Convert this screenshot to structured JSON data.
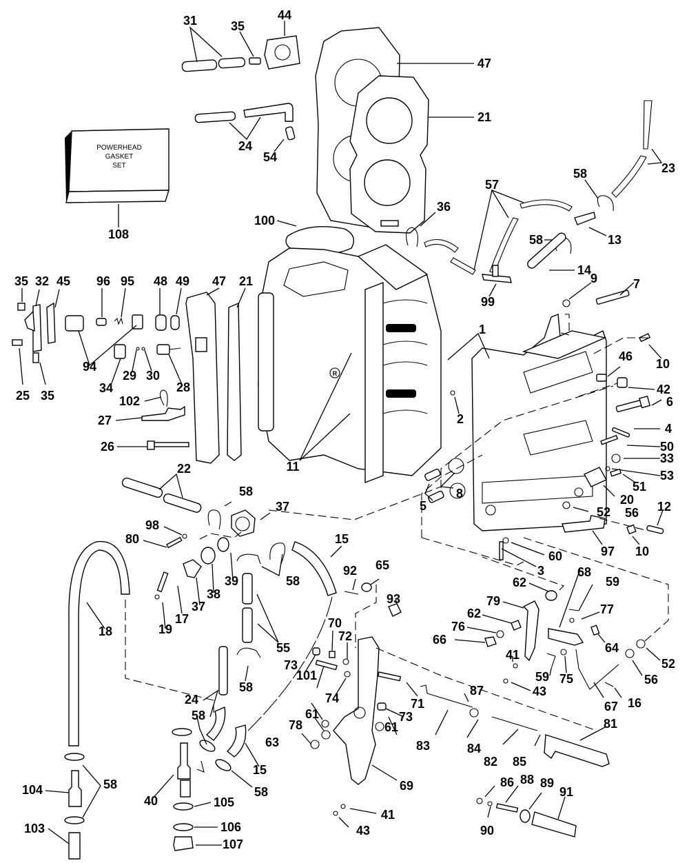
{
  "diagram": {
    "type": "exploded-parts-diagram",
    "subject": "Outboard powerhead (cylinder & crankcase) assembly",
    "gasket_set_box": {
      "text_lines": [
        "POWERHEAD",
        "GASKET",
        "SET"
      ],
      "ref": "108"
    },
    "cylinder_marking": "R",
    "callouts": [
      {
        "id": "c44",
        "ref": "44"
      },
      {
        "id": "c31",
        "ref": "31"
      },
      {
        "id": "c35a",
        "ref": "35"
      },
      {
        "id": "c47a",
        "ref": "47"
      },
      {
        "id": "c21a",
        "ref": "21"
      },
      {
        "id": "c24a",
        "ref": "24"
      },
      {
        "id": "c54",
        "ref": "54"
      },
      {
        "id": "c108",
        "ref": "108"
      },
      {
        "id": "c23",
        "ref": "23"
      },
      {
        "id": "c58a",
        "ref": "58"
      },
      {
        "id": "c57",
        "ref": "57"
      },
      {
        "id": "c36",
        "ref": "36"
      },
      {
        "id": "c100",
        "ref": "100"
      },
      {
        "id": "c13",
        "ref": "13"
      },
      {
        "id": "c58b",
        "ref": "58"
      },
      {
        "id": "c14",
        "ref": "14"
      },
      {
        "id": "c99",
        "ref": "99"
      },
      {
        "id": "c9",
        "ref": "9"
      },
      {
        "id": "c7",
        "ref": "7"
      },
      {
        "id": "c35b",
        "ref": "35"
      },
      {
        "id": "c32",
        "ref": "32"
      },
      {
        "id": "c45",
        "ref": "45"
      },
      {
        "id": "c96",
        "ref": "96"
      },
      {
        "id": "c95",
        "ref": "95"
      },
      {
        "id": "c48",
        "ref": "48"
      },
      {
        "id": "c49",
        "ref": "49"
      },
      {
        "id": "c47b",
        "ref": "47"
      },
      {
        "id": "c21b",
        "ref": "21"
      },
      {
        "id": "c94",
        "ref": "94"
      },
      {
        "id": "c25",
        "ref": "25"
      },
      {
        "id": "c35c",
        "ref": "35"
      },
      {
        "id": "c34",
        "ref": "34"
      },
      {
        "id": "c29",
        "ref": "29"
      },
      {
        "id": "c30",
        "ref": "30"
      },
      {
        "id": "c28",
        "ref": "28"
      },
      {
        "id": "c102",
        "ref": "102"
      },
      {
        "id": "c27",
        "ref": "27"
      },
      {
        "id": "c26",
        "ref": "26"
      },
      {
        "id": "c1",
        "ref": "1"
      },
      {
        "id": "c10a",
        "ref": "10"
      },
      {
        "id": "c46",
        "ref": "46"
      },
      {
        "id": "c42",
        "ref": "42"
      },
      {
        "id": "c6",
        "ref": "6"
      },
      {
        "id": "c4",
        "ref": "4"
      },
      {
        "id": "c2",
        "ref": "2"
      },
      {
        "id": "c11",
        "ref": "11"
      },
      {
        "id": "c50",
        "ref": "50"
      },
      {
        "id": "c33",
        "ref": "33"
      },
      {
        "id": "c53",
        "ref": "53"
      },
      {
        "id": "c51",
        "ref": "51"
      },
      {
        "id": "c20",
        "ref": "20"
      },
      {
        "id": "c12",
        "ref": "12"
      },
      {
        "id": "c52a",
        "ref": "52"
      },
      {
        "id": "c56a",
        "ref": "56"
      },
      {
        "id": "c97",
        "ref": "97"
      },
      {
        "id": "c10b",
        "ref": "10"
      },
      {
        "id": "c60",
        "ref": "60"
      },
      {
        "id": "c3",
        "ref": "3"
      },
      {
        "id": "c22",
        "ref": "22"
      },
      {
        "id": "c58c",
        "ref": "58"
      },
      {
        "id": "c37a",
        "ref": "37"
      },
      {
        "id": "c98",
        "ref": "98"
      },
      {
        "id": "c80",
        "ref": "80"
      },
      {
        "id": "c8",
        "ref": "8"
      },
      {
        "id": "c5",
        "ref": "5"
      },
      {
        "id": "c15a",
        "ref": "15"
      },
      {
        "id": "c58d",
        "ref": "58"
      },
      {
        "id": "c39",
        "ref": "39"
      },
      {
        "id": "c38",
        "ref": "38"
      },
      {
        "id": "c37b",
        "ref": "37"
      },
      {
        "id": "c17",
        "ref": "17"
      },
      {
        "id": "c19",
        "ref": "19"
      },
      {
        "id": "c18",
        "ref": "18"
      },
      {
        "id": "c92",
        "ref": "92"
      },
      {
        "id": "c65",
        "ref": "65"
      },
      {
        "id": "c93",
        "ref": "93"
      },
      {
        "id": "c55",
        "ref": "55"
      },
      {
        "id": "c62a",
        "ref": "62"
      },
      {
        "id": "c68",
        "ref": "68"
      },
      {
        "id": "c59a",
        "ref": "59"
      },
      {
        "id": "c79",
        "ref": "79"
      },
      {
        "id": "c77",
        "ref": "77"
      },
      {
        "id": "c62b",
        "ref": "62"
      },
      {
        "id": "c76",
        "ref": "76"
      },
      {
        "id": "c66",
        "ref": "66"
      },
      {
        "id": "c64",
        "ref": "64"
      },
      {
        "id": "c52b",
        "ref": "52"
      },
      {
        "id": "c70",
        "ref": "70"
      },
      {
        "id": "c72",
        "ref": "72"
      },
      {
        "id": "c73a",
        "ref": "73"
      },
      {
        "id": "c101",
        "ref": "101"
      },
      {
        "id": "c74",
        "ref": "74"
      },
      {
        "id": "c58e",
        "ref": "58"
      },
      {
        "id": "c41a",
        "ref": "41"
      },
      {
        "id": "c59b",
        "ref": "59"
      },
      {
        "id": "c75",
        "ref": "75"
      },
      {
        "id": "c56b",
        "ref": "56"
      },
      {
        "id": "c43a",
        "ref": "43"
      },
      {
        "id": "c67",
        "ref": "67"
      },
      {
        "id": "c16",
        "ref": "16"
      },
      {
        "id": "c24b",
        "ref": "24"
      },
      {
        "id": "c58f",
        "ref": "58"
      },
      {
        "id": "c87",
        "ref": "87"
      },
      {
        "id": "c71",
        "ref": "71"
      },
      {
        "id": "c61a",
        "ref": "61"
      },
      {
        "id": "c73b",
        "ref": "73"
      },
      {
        "id": "c83",
        "ref": "83"
      },
      {
        "id": "c84",
        "ref": "84"
      },
      {
        "id": "c81",
        "ref": "81"
      },
      {
        "id": "c78",
        "ref": "78"
      },
      {
        "id": "c61b",
        "ref": "61"
      },
      {
        "id": "c63",
        "ref": "63"
      },
      {
        "id": "c82",
        "ref": "82"
      },
      {
        "id": "c85",
        "ref": "85"
      },
      {
        "id": "c104",
        "ref": "104"
      },
      {
        "id": "c58g",
        "ref": "58"
      },
      {
        "id": "c40",
        "ref": "40"
      },
      {
        "id": "c15b",
        "ref": "15"
      },
      {
        "id": "c58h",
        "ref": "58"
      },
      {
        "id": "c69",
        "ref": "69"
      },
      {
        "id": "c105",
        "ref": "105"
      },
      {
        "id": "c86",
        "ref": "86"
      },
      {
        "id": "c88",
        "ref": "88"
      },
      {
        "id": "c89",
        "ref": "89"
      },
      {
        "id": "c91",
        "ref": "91"
      },
      {
        "id": "c41b",
        "ref": "41"
      },
      {
        "id": "c106",
        "ref": "106"
      },
      {
        "id": "c43b",
        "ref": "43"
      },
      {
        "id": "c90",
        "ref": "90"
      },
      {
        "id": "c103",
        "ref": "103"
      },
      {
        "id": "c107",
        "ref": "107"
      }
    ]
  }
}
